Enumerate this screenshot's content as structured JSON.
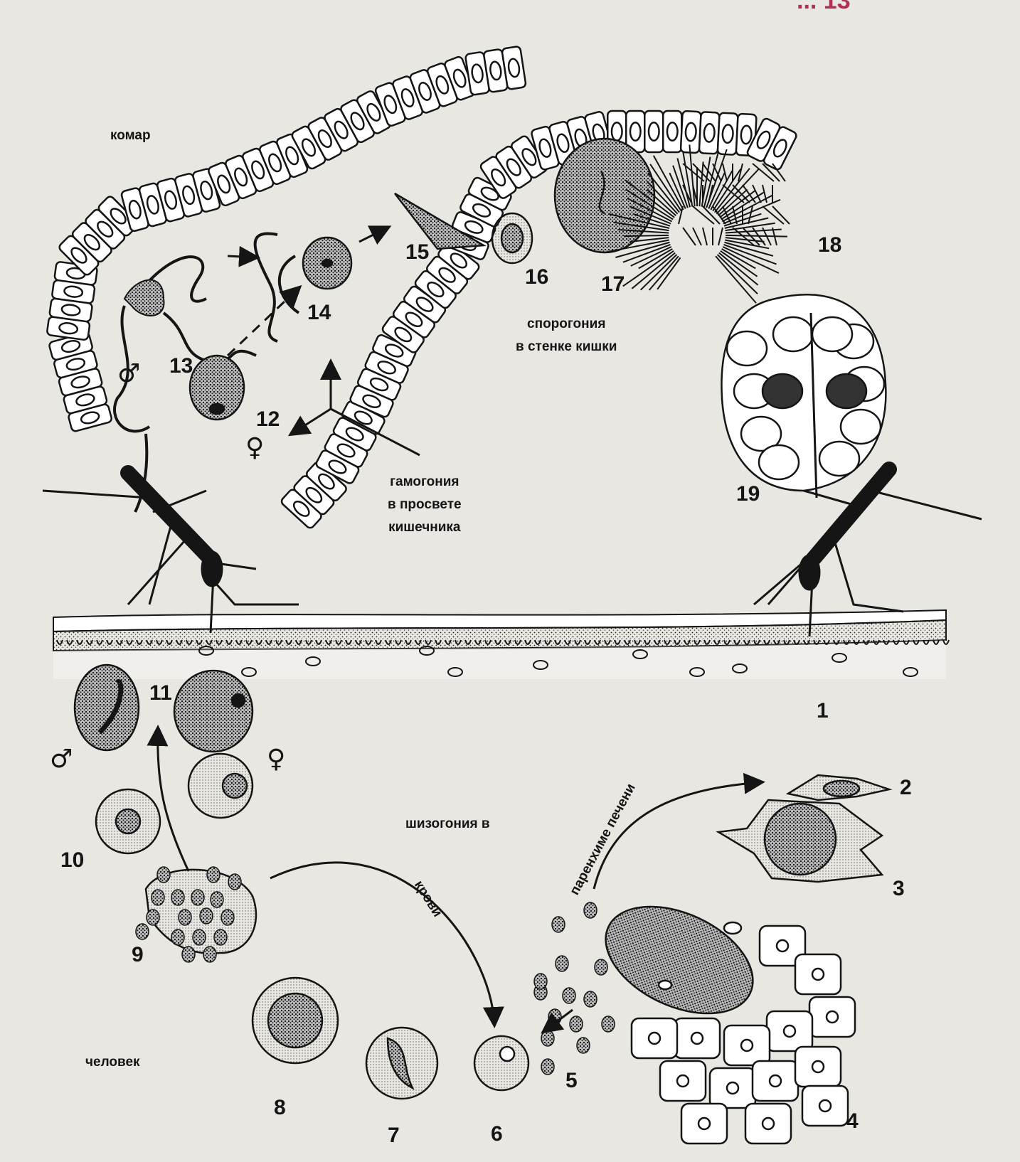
{
  "page_header": "... 13",
  "colors": {
    "ink": "#151515",
    "paper": "#e9e7e2",
    "header": "#b0305a"
  },
  "labels": {
    "mosquito": "комар",
    "human": "человек",
    "sporogony": [
      "спорогония",
      "в стенке кишки"
    ],
    "gamogony": [
      "гамогония",
      "в просвете",
      "кишечника"
    ],
    "schizogony_blood": [
      "шизогония в",
      "крови"
    ],
    "liver": "паренхиме печени",
    "male": "♂",
    "female": "♀"
  },
  "stages": [
    "1",
    "2",
    "3",
    "4",
    "5",
    "6",
    "7",
    "8",
    "9",
    "10",
    "11",
    "12",
    "13",
    "14",
    "15",
    "16",
    "17",
    "18",
    "19"
  ]
}
